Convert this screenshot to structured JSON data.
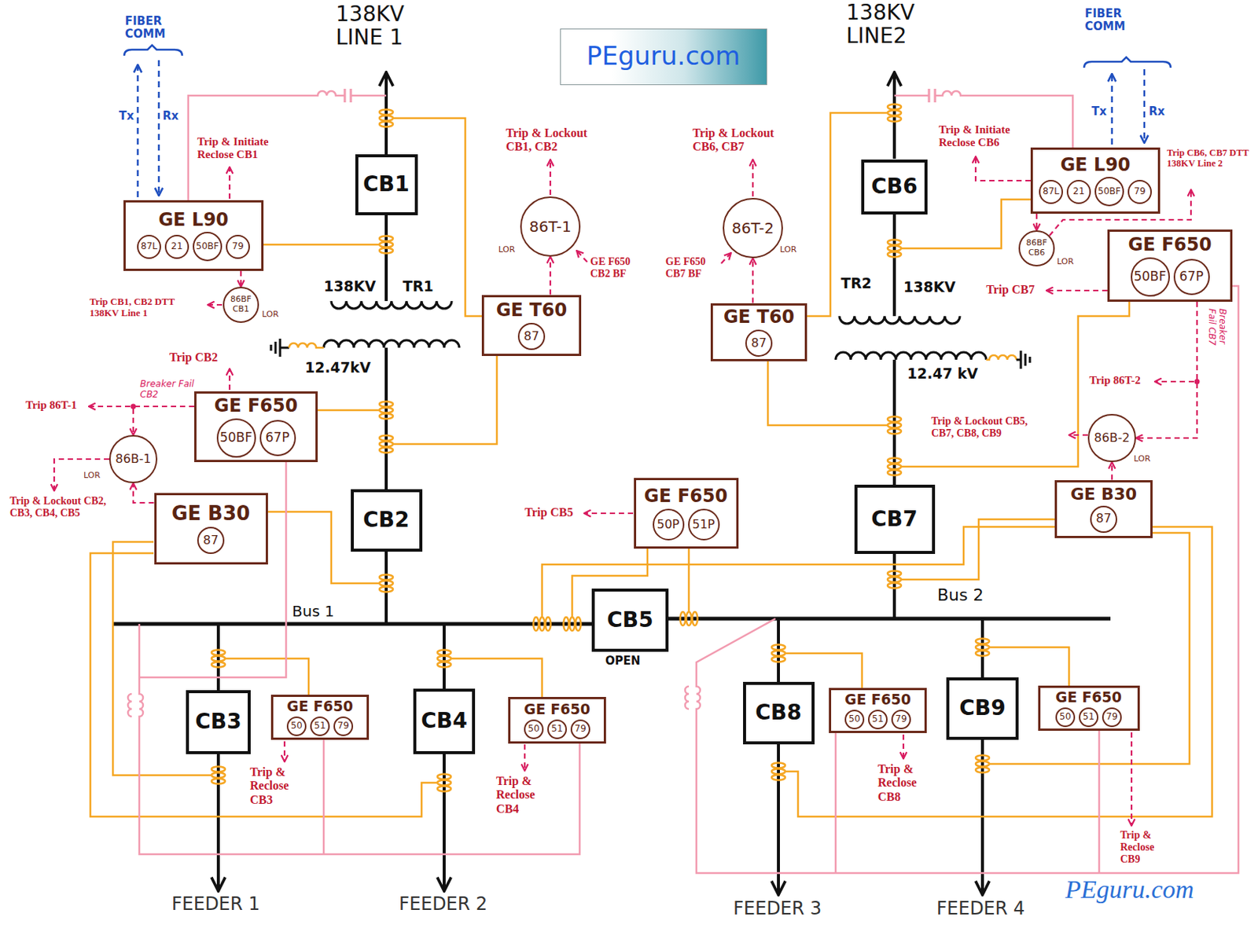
{
  "diagram": {
    "nodes": [
      {
        "text": [
          "PEguru.com"
        ]
      },
      {
        "text": [
          "CB1"
        ]
      },
      {
        "text": [
          "CB6"
        ]
      },
      {
        "text": [
          "GE L90"
        ]
      },
      {
        "text": [
          "87L"
        ],
        "in": 3
      },
      {
        "text": [
          "21"
        ],
        "in": 3
      },
      {
        "text": [
          "50BF"
        ],
        "in": 3
      },
      {
        "text": [
          "79"
        ],
        "in": 3
      },
      {
        "text": [
          "GE L90"
        ]
      },
      {
        "text": [
          "87L"
        ],
        "in": 8
      },
      {
        "text": [
          "21"
        ],
        "in": 8
      },
      {
        "text": [
          "50BF"
        ],
        "in": 8
      },
      {
        "text": [
          "79"
        ],
        "in": 8
      },
      {
        "text": [
          "86T-1"
        ]
      },
      {
        "text": [
          "86T-2"
        ]
      },
      {
        "text": [
          "86BF CB1"
        ]
      },
      {
        "text": [
          "86BF CB6"
        ]
      },
      {
        "text": [
          "GE F650"
        ]
      },
      {
        "text": [
          "50BF"
        ],
        "in": 17
      },
      {
        "text": [
          "67P"
        ],
        "in": 17
      },
      {
        "text": [
          "GE T60"
        ]
      },
      {
        "text": [
          "87"
        ],
        "in": 20
      },
      {
        "text": [
          "GE T60"
        ]
      },
      {
        "text": [
          "87"
        ],
        "in": 22
      },
      {
        "text": [
          "GE F650"
        ]
      },
      {
        "text": [
          "50BF"
        ],
        "in": 24
      },
      {
        "text": [
          "67P"
        ],
        "in": 24
      },
      {
        "text": [
          "86B-2"
        ]
      },
      {
        "text": [
          "86B-1"
        ]
      },
      {
        "text": [
          "GE F650"
        ]
      },
      {
        "text": [
          "50P"
        ],
        "in": 29
      },
      {
        "text": [
          "51P"
        ],
        "in": 29
      },
      {
        "text": [
          "GE B30"
        ]
      },
      {
        "text": [
          "87"
        ],
        "in": 32
      },
      {
        "text": [
          "CB7"
        ]
      },
      {
        "text": [
          "GE B30"
        ]
      },
      {
        "text": [
          "87"
        ],
        "in": 35
      },
      {
        "text": [
          "CB2"
        ]
      },
      {
        "text": [
          "CB5"
        ]
      },
      {
        "text": [
          "CB9"
        ]
      },
      {
        "text": [
          "GE F650"
        ]
      },
      {
        "text": [
          "50"
        ],
        "in": 40
      },
      {
        "text": [
          "51"
        ],
        "in": 40
      },
      {
        "text": [
          "79"
        ],
        "in": 40
      },
      {
        "text": [
          "CB8"
        ]
      },
      {
        "text": [
          "GE F650"
        ]
      },
      {
        "text": [
          "50"
        ],
        "in": 45
      },
      {
        "text": [
          "51"
        ],
        "in": 45
      },
      {
        "text": [
          "79"
        ],
        "in": 45
      },
      {
        "text": [
          "CB3"
        ]
      },
      {
        "text": [
          "GE F650"
        ]
      },
      {
        "text": [
          "50"
        ],
        "in": 50
      },
      {
        "text": [
          "51"
        ],
        "in": 50
      },
      {
        "text": [
          "79"
        ],
        "in": 50
      },
      {
        "text": [
          "CB4"
        ]
      },
      {
        "text": [
          "GE F650"
        ]
      },
      {
        "text": [
          "50"
        ],
        "in": 55
      },
      {
        "text": [
          "51"
        ],
        "in": 55
      },
      {
        "text": [
          "79"
        ],
        "in": 55
      }
    ],
    "edges": [
      {
        "from": 3,
        "to": 15,
        "arrow": "to"
      },
      {
        "from": 20,
        "to": 13,
        "arrow": "to"
      },
      {
        "from": 24,
        "to": 28,
        "label": "Breaker Fail CB2",
        "arrow": "to"
      },
      {
        "from": 35,
        "to": 28,
        "arrow": "to"
      },
      {
        "from": 8,
        "to": 16,
        "arrow": "to"
      },
      {
        "from": 22,
        "to": 14,
        "arrow": "to"
      },
      {
        "from": 17,
        "to": 27,
        "label": "Breaker Fail CB7",
        "arrow": "to"
      },
      {
        "from": 32,
        "to": 27,
        "arrow": "to"
      }
    ],
    "labels": [
      "FIBER COMM",
      "Tx",
      "Rx",
      "138KV LINE 1",
      "Trip & Initiate Reclose CB1",
      "Trip & Lockout CB1, CB2",
      "LOR",
      "GE F650 CB2 BF",
      "138KV LINE2",
      "Trip & Lockout CB6, CB7",
      "GE F650 CB7 BF",
      "LOR",
      "Trip & Initiate Reclose CB6",
      "FIBER COMM",
      "Tx",
      "Rx",
      "Trip CB6, CB7 DTT 138KV Line 2",
      "LOR",
      "Trip CB7",
      "Trip CB1, CB2 DTT 138KV Line 1",
      "LOR",
      "138KV",
      "TR1",
      "12.47kV",
      "TR2",
      "138KV",
      "12.47 kV",
      "Trip CB2",
      "Trip 86T-1",
      "LOR",
      "Trip & Lockout CB2, CB3, CB4, CB5",
      "Trip 86T-2",
      "Trip & Lockout CB5, CB7, CB8, CB9",
      "LOR",
      "Trip CB5",
      "Bus 1",
      "OPEN",
      "Bus 2",
      "Trip & Reclose CB3",
      "Trip & Reclose CB4",
      "Trip & Reclose CB8",
      "Trip & Reclose CB9",
      "FEEDER 1",
      "FEEDER 2",
      "FEEDER 3",
      "FEEDER 4",
      "PEguru.com"
    ]
  }
}
